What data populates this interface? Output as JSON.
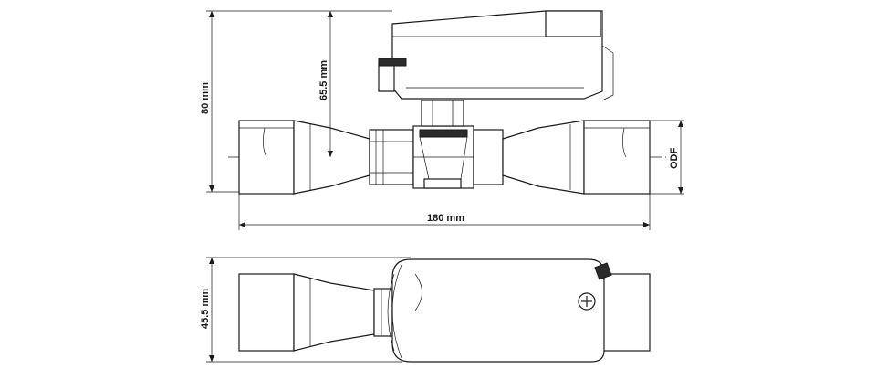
{
  "dimensions": {
    "height_overall": "80 mm",
    "height_actuator": "65.5 mm",
    "length_overall": "180 mm",
    "connection": "ODF",
    "width_top_view": "45.5 mm"
  },
  "colors": {
    "line": "#1a1a1a",
    "background": "#ffffff",
    "dark_part": "#2b2b2b"
  }
}
